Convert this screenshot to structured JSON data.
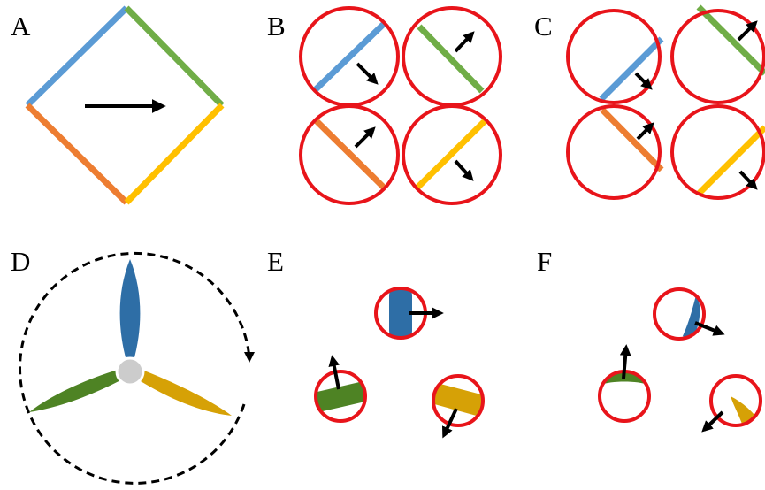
{
  "colors": {
    "blue_edge": "#5b9bd5",
    "green_edge": "#70ad47",
    "orange_edge": "#ed7d31",
    "yellow_edge": "#ffc000",
    "circle": "#e8141a",
    "blade_blue": "#2e6ea6",
    "blade_green": "#4e8324",
    "blade_gold": "#d6a106",
    "hub": "#cccccc",
    "arrow": "#000000"
  },
  "panels": {
    "a": {
      "label": "A"
    },
    "b": {
      "label": "B"
    },
    "c": {
      "label": "C"
    },
    "d": {
      "label": "D"
    },
    "e": {
      "label": "E"
    },
    "f": {
      "label": "F"
    }
  }
}
